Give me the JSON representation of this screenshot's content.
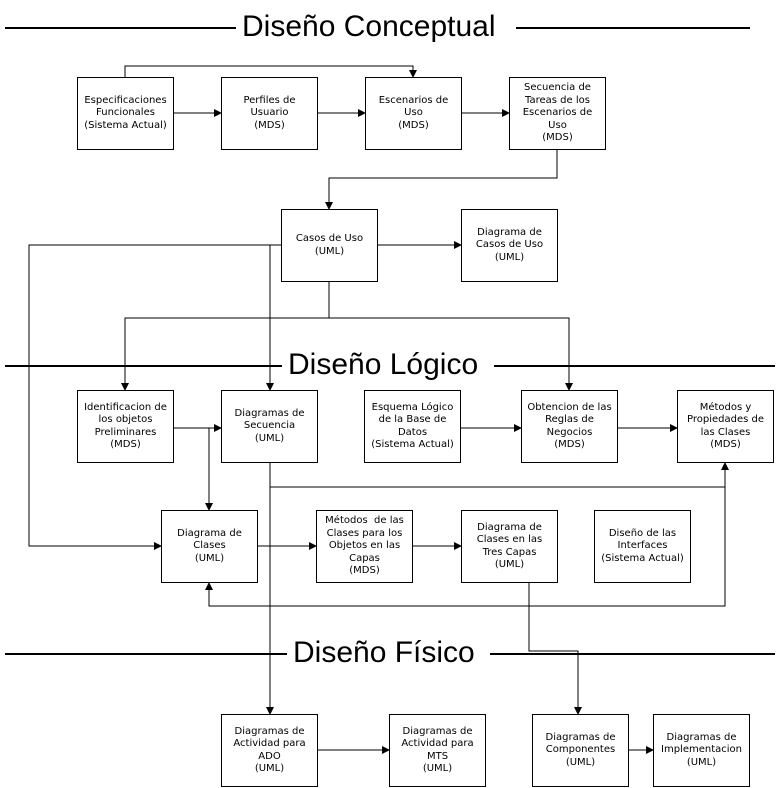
{
  "sections": {
    "conceptual": "Diseño Conceptual",
    "logico": "Diseño Lógico",
    "fisico": "Diseño Físico"
  },
  "boxes": [
    {
      "id": "esp_func",
      "lines": [
        "Especificaciones",
        "Funcionales",
        "(Sistema Actual)"
      ]
    },
    {
      "id": "perfiles",
      "lines": [
        "Perfiles de",
        "Usuario",
        "(MDS)"
      ]
    },
    {
      "id": "escenarios",
      "lines": [
        "Escenarios de",
        "Uso",
        "(MDS)"
      ]
    },
    {
      "id": "secuencia_tareas",
      "lines": [
        "Secuencia de",
        "Tareas de los",
        "Escenarios de",
        "Uso",
        "(MDS)"
      ]
    },
    {
      "id": "casos_uso",
      "lines": [
        "Casos de Uso",
        "(UML)"
      ]
    },
    {
      "id": "diag_casos_uso",
      "lines": [
        "Diagrama de",
        "Casos de Uso",
        "(UML)"
      ]
    },
    {
      "id": "identificacion",
      "lines": [
        "Identificacion de",
        "los objetos",
        "Preliminares",
        "(MDS)"
      ]
    },
    {
      "id": "diag_secuencia",
      "lines": [
        "Diagramas de",
        "Secuencia",
        "(UML)"
      ]
    },
    {
      "id": "esquema_logico",
      "lines": [
        "Esquema Lógico",
        "de la Base de",
        "Datos",
        "(Sistema Actual)"
      ]
    },
    {
      "id": "obtencion_reglas",
      "lines": [
        "Obtencion de las",
        "Reglas de",
        "Negocios",
        "(MDS)"
      ]
    },
    {
      "id": "metodos_prop",
      "lines": [
        "Métodos y",
        "Propiedades de",
        "las Clases",
        "(MDS)"
      ]
    },
    {
      "id": "diag_clases",
      "lines": [
        "Diagrama de",
        "Clases",
        "(UML)"
      ]
    },
    {
      "id": "metodos_clases",
      "lines": [
        "Métodos  de las",
        "Clases para los",
        "Objetos en las",
        "Capas",
        "(MDS)"
      ]
    },
    {
      "id": "diag_tres_capas",
      "lines": [
        "Diagrama de",
        "Clases en las",
        "Tres Capas",
        "(UML)"
      ]
    },
    {
      "id": "diseno_interfaces",
      "lines": [
        "Diseño de las",
        "Interfaces",
        "(Sistema Actual)"
      ]
    },
    {
      "id": "diag_act_ado",
      "lines": [
        "Diagramas de",
        "Actividad para",
        "ADO",
        "(UML)"
      ]
    },
    {
      "id": "diag_act_mts",
      "lines": [
        "Diagramas de",
        "Actividad para",
        "MTS",
        "(UML)"
      ]
    },
    {
      "id": "diag_componentes",
      "lines": [
        "Diagramas de",
        "Componentes",
        "(UML)"
      ]
    },
    {
      "id": "diag_implementacion",
      "lines": [
        "Diagramas de",
        "Implementacion",
        "(UML)"
      ]
    }
  ]
}
